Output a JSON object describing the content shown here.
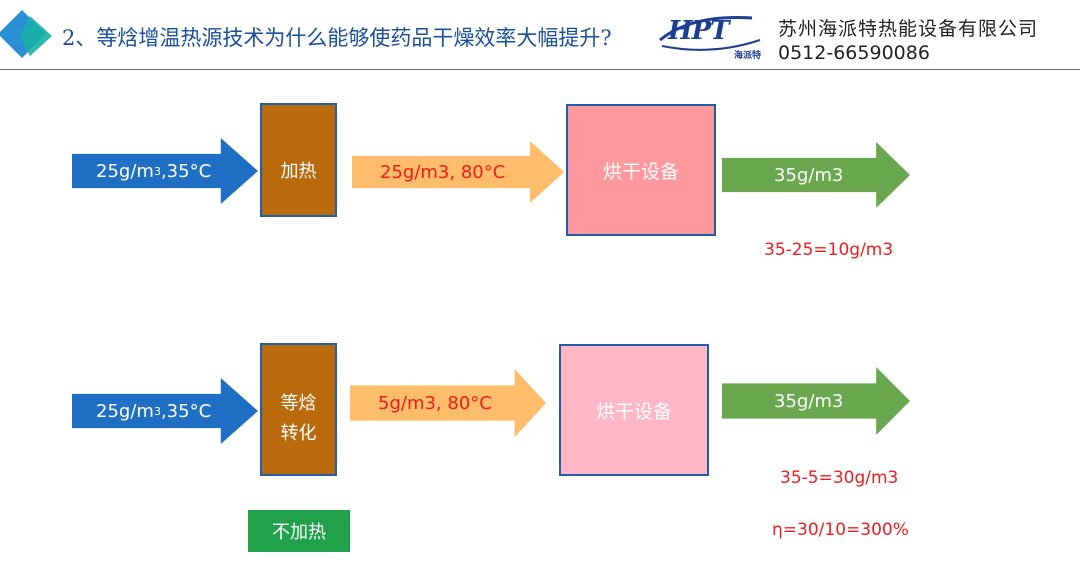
{
  "header": {
    "title": "2、等焓增温热源技术为什么能够使药品干燥效率大幅提升?",
    "logo_text": "HPT",
    "logo_sub": "海派特",
    "company": "苏州海派特热能设备有限公司",
    "phone": "0512-66590086"
  },
  "colors": {
    "accent_blue": "#1f6fc4",
    "brown_box": "#b86a0c",
    "orange_arrow": "#fdbd6b",
    "green_arrow": "#6aa84f",
    "pink_box_top": "#ff999d",
    "pink_box_bottom": "#ffb6c5",
    "red_text": "#ee1c1c",
    "green_tag": "#20a24a"
  },
  "flow_top": {
    "input": {
      "value": "25g/m",
      "sup": "3",
      "temp": ",35°C"
    },
    "process": "加热",
    "middle": "25g/m3, 80°C",
    "equipment": "烘干设备",
    "output": "35g/m3",
    "result": "35-25=10g/m3"
  },
  "flow_bottom": {
    "input": {
      "value": "25g/m",
      "sup": "3",
      "temp": ",35°C"
    },
    "process_line1": "等焓",
    "process_line2": "转化",
    "middle": "5g/m3, 80°C",
    "equipment": "烘干设备",
    "output": "35g/m3",
    "result": "35-5=30g/m3",
    "efficiency": "η=30/10=300%",
    "tag": "不加热"
  }
}
